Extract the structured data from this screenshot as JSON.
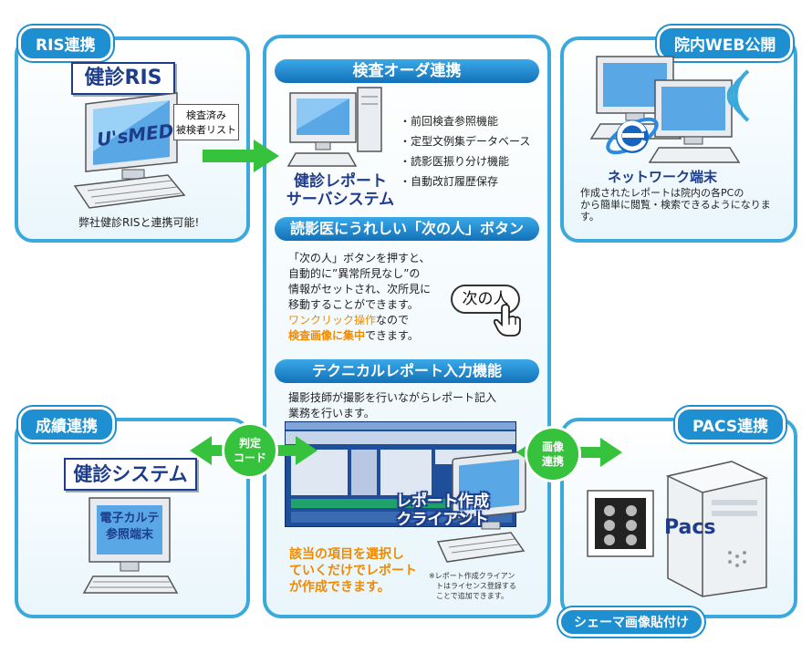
{
  "ris": {
    "tag": "RIS連携",
    "product": "健診RIS",
    "screen_brand": "U'sMED",
    "list_line1": "検査済み",
    "list_line2": "被検者リスト",
    "caption": "弊社健診RISと連携可能!"
  },
  "center": {
    "order_header": "検査オーダ連携",
    "server_line1": "健診レポート",
    "server_line2": "サーバシステム",
    "features": [
      "・前回検査参照機能",
      "・定型文例集データベース",
      "・読影医振り分け機能",
      "・自動改訂履歴保存"
    ],
    "next_header": "読影医にうれしい「次の人」ボタン",
    "next_desc_1": "「次の人」ボタンを押すと、",
    "next_desc_2": "自動的に”異常所見なし”の",
    "next_desc_3": "情報がセットされ、次所見に",
    "next_desc_4": "移動することができます。",
    "next_desc_5a": "ワンクリック操作",
    "next_desc_5b": "なので",
    "next_desc_6a": "検査画像に集中",
    "next_desc_6b": "できます。",
    "next_button": "次の人",
    "tech_header": "テクニカルレポート入力機能",
    "tech_desc_1": "撮影技師が撮影を行いながらレポート記入",
    "tech_desc_2": "業務を行います。",
    "client_line1": "レポート作成",
    "client_line2": "クライアント",
    "select_line1": "該当の項目を選択し",
    "select_line2": "ていくだけでレポート",
    "select_line3": "が作成できます。",
    "note_line1": "※レポート作成クライアン",
    "note_line2": "トはライセンス登録する",
    "note_line3": "ことで追加できます。"
  },
  "web": {
    "tag": "院内WEB公開",
    "terminal": "ネットワーク端末",
    "desc_1": "作成されたレポートは院内の各PCの",
    "desc_2": "から簡単に閲覧・検索できるようになりま",
    "desc_3": "す。"
  },
  "seiseki": {
    "tag": "成績連携",
    "system": "健診システム",
    "terminal_line1": "電子カルテ",
    "terminal_line2": "参照端末",
    "code_line1": "判定",
    "code_line2": "コード"
  },
  "pacs": {
    "tag": "PACS連携",
    "image_line1": "画像",
    "image_line2": "連携",
    "server": "Pacs",
    "schema": "シェーマ画像貼付け"
  },
  "colors": {
    "panel_border": "#3ba9dc",
    "tag_blue": "#1e8fd0",
    "arrow_green": "#36c23c",
    "accent_orange": "#f08a00",
    "navy": "#1d3c8a"
  }
}
